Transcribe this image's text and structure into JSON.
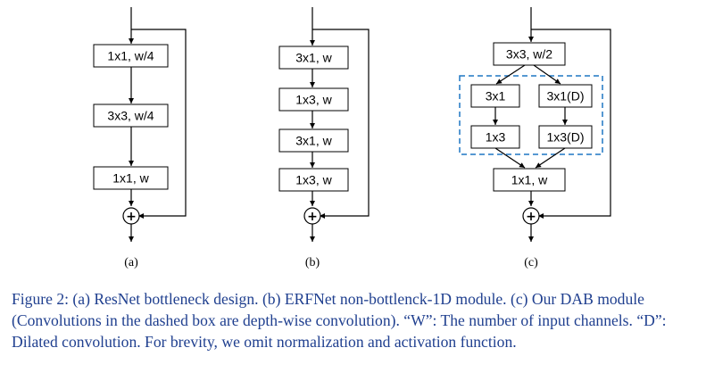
{
  "diagram": {
    "a": {
      "boxes": [
        "1x1, w/4",
        "3x3, w/4",
        "1x1, w"
      ],
      "plus": "+",
      "label": "(a)"
    },
    "b": {
      "boxes": [
        "3x1, w",
        "1x3, w",
        "3x1, w",
        "1x3, w"
      ],
      "plus": "+",
      "label": "(b)"
    },
    "c": {
      "top_box": "3x3, w/2",
      "dashed_group": {
        "left": [
          "3x1",
          "1x3"
        ],
        "right": [
          "3x1(D)",
          "1x3(D)"
        ],
        "border_color": "#1f77c4"
      },
      "bottom_box": "1x1, w",
      "plus": "+",
      "label": "(c)"
    }
  },
  "caption": {
    "text": "Figure 2: (a) ResNet bottleneck design. (b) ERFNet non-bottlenck-1D module. (c) Our DAB module (Convolutions in the dashed box are depth-wise convolution). “W”: The number of input channels. “D”: Dilated convolution. For brevity, we omit normalization and activation function.",
    "color": "#1f3f8f"
  }
}
